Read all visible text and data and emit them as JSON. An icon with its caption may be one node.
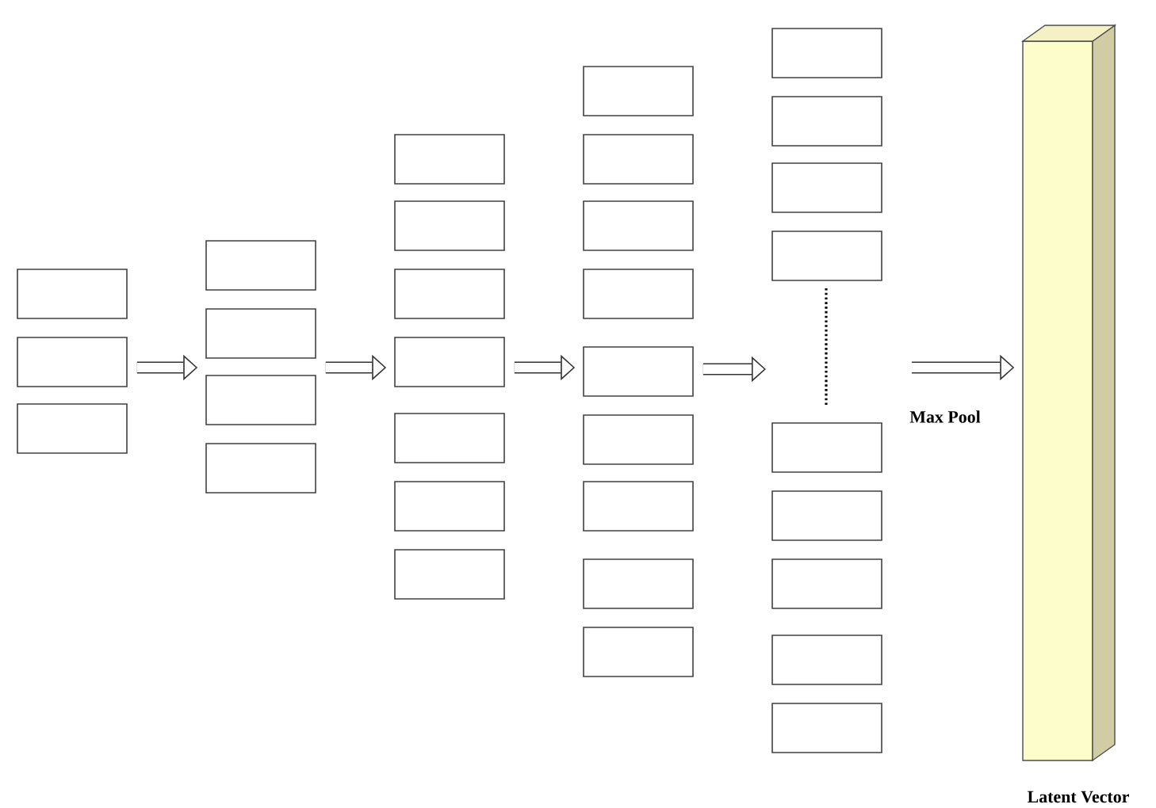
{
  "diagram": {
    "nodes": [
      {
        "text": [],
        "shape": "box"
      },
      {
        "text": [],
        "shape": "box"
      },
      {
        "text": [],
        "shape": "box"
      },
      {
        "text": [],
        "shape": "box"
      },
      {
        "text": [],
        "shape": "box"
      },
      {
        "text": [],
        "shape": "box"
      },
      {
        "text": [],
        "shape": "box"
      },
      {
        "text": [],
        "shape": "box"
      },
      {
        "text": [],
        "shape": "box"
      },
      {
        "text": [],
        "shape": "box"
      },
      {
        "text": [],
        "shape": "box"
      },
      {
        "text": [],
        "shape": "box"
      },
      {
        "text": [],
        "shape": "box"
      },
      {
        "text": [],
        "shape": "box"
      },
      {
        "text": [],
        "shape": "box"
      },
      {
        "text": [],
        "shape": "box"
      },
      {
        "text": [],
        "shape": "box"
      },
      {
        "text": [],
        "shape": "box"
      },
      {
        "text": [],
        "shape": "box"
      },
      {
        "text": [],
        "shape": "box"
      },
      {
        "text": [],
        "shape": "box"
      },
      {
        "text": [],
        "shape": "box"
      },
      {
        "text": [],
        "shape": "box"
      },
      {
        "text": [],
        "shape": "box"
      },
      {
        "text": [],
        "shape": "box"
      },
      {
        "text": [],
        "shape": "box"
      },
      {
        "text": [],
        "shape": "box"
      },
      {
        "text": [],
        "shape": "box"
      },
      {
        "text": [],
        "shape": "box"
      },
      {
        "text": [],
        "shape": "box"
      },
      {
        "text": [],
        "shape": "box"
      },
      {
        "text": [],
        "shape": "box"
      },
      {
        "text": [],
        "shape": "bar",
        "beside": [
          "Latent Vector"
        ]
      }
    ],
    "edges": [
      {
        "from": 1,
        "to": 5,
        "arrow": "to"
      },
      {
        "from": 5,
        "to": 10,
        "arrow": "to"
      },
      {
        "from": 10,
        "to": 18,
        "arrow": "to"
      },
      {
        "from": 18,
        "to": null,
        "arrow": "to"
      },
      {
        "from": null,
        "to": 32,
        "arrow": "to",
        "label": "Max Pool"
      }
    ]
  }
}
